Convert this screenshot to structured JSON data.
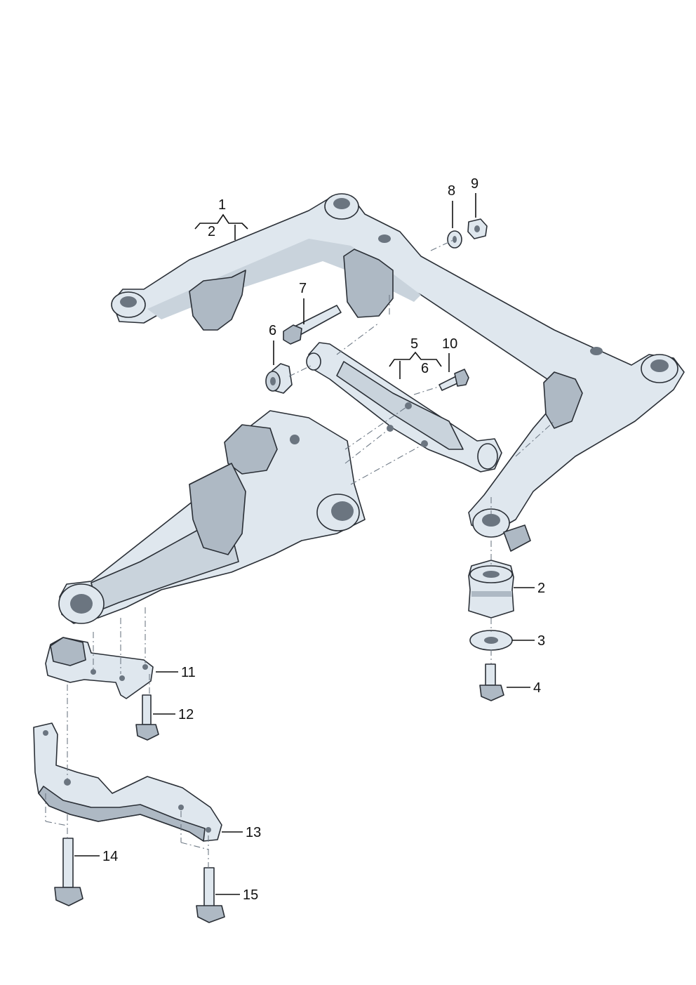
{
  "diagram": {
    "callouts": [
      {
        "id": "c1",
        "label": "1"
      },
      {
        "id": "c2a",
        "label": "2"
      },
      {
        "id": "c8",
        "label": "8"
      },
      {
        "id": "c9",
        "label": "9"
      },
      {
        "id": "c7",
        "label": "7"
      },
      {
        "id": "c6a",
        "label": "6"
      },
      {
        "id": "c5",
        "label": "5"
      },
      {
        "id": "c6b",
        "label": "6"
      },
      {
        "id": "c10",
        "label": "10"
      },
      {
        "id": "c2b",
        "label": "2"
      },
      {
        "id": "c3",
        "label": "3"
      },
      {
        "id": "c4",
        "label": "4"
      },
      {
        "id": "c11",
        "label": "11"
      },
      {
        "id": "c12",
        "label": "12"
      },
      {
        "id": "c13",
        "label": "13"
      },
      {
        "id": "c14",
        "label": "14"
      },
      {
        "id": "c15",
        "label": "15"
      }
    ],
    "colors": {
      "part_fill": "#dfe7ee",
      "part_shade": "#aeb9c4",
      "outline": "#2a2f36",
      "leader": "#111111"
    }
  }
}
